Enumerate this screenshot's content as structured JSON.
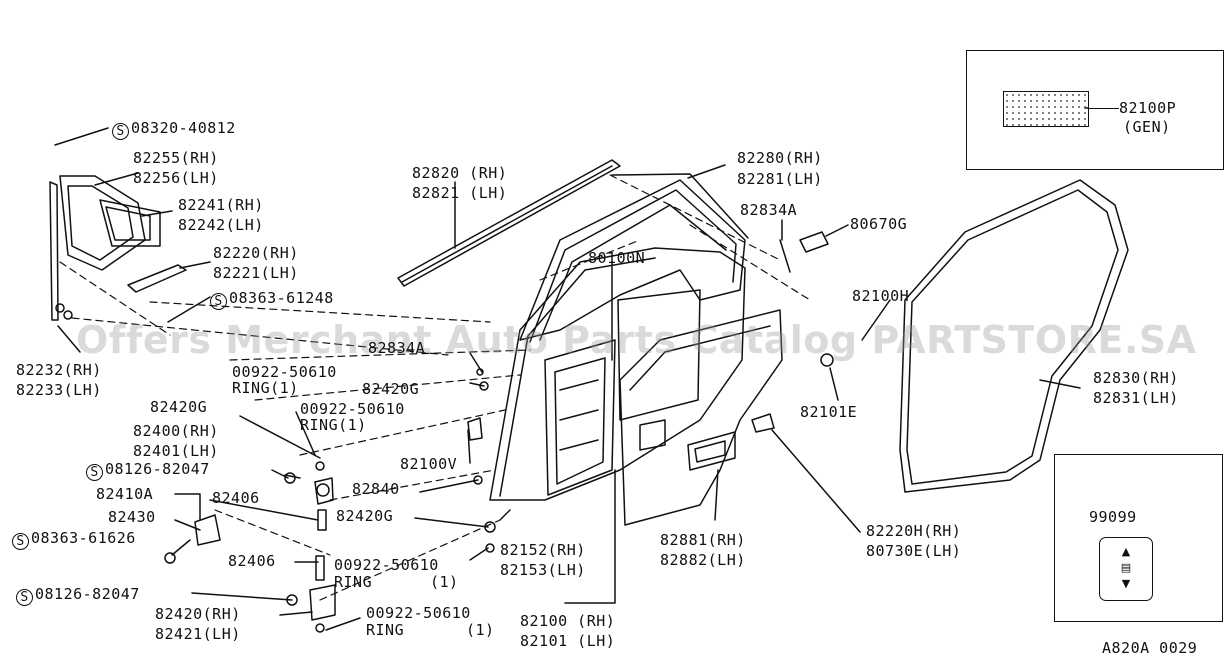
{
  "watermark": "Offers Merchant Auto Parts Catalog PARTSTORE.SA",
  "diagram_code": "A820A 0029",
  "labels": {
    "s08320": "08320-40812",
    "p82255": "82255(RH)",
    "p82256": "82256(LH)",
    "p82241": "82241(RH)",
    "p82242": "82242(LH)",
    "p82220": "82220(RH)",
    "p82221": "82221(LH)",
    "s08363a": "08363-61248",
    "p82232": "82232(RH)",
    "p82233": "82233(LH)",
    "p82834a_l": "82834A",
    "ring1_code": "00922-50610",
    "ring1_txt": "RING(1)",
    "p82420g_a": "82420G",
    "p82420g_b": "82420G",
    "ring2_code": "00922-50610",
    "ring2_txt": "RING(1)",
    "p82400": "82400(RH)",
    "p82401": "82401(LH)",
    "p82100v": "82100V",
    "s08126a": "08126-82047",
    "p82840": "82840",
    "p82410a": "82410A",
    "p82406a": "82406",
    "p82430": "82430",
    "p82420g_c": "82420G",
    "s08363b": "08363-61626",
    "p82406b": "82406",
    "ring3_code": "00922-50610",
    "ring3_txt": "RING",
    "ring3_qty": "(1)",
    "p82152": "82152(RH)",
    "p82153": "82153(LH)",
    "s08126b": "08126-82047",
    "p82420": "82420(RH)",
    "p82421": "82421(LH)",
    "ring4_code": "00922-50610",
    "ring4_txt": "RING",
    "ring4_qty": "(1)",
    "p82100": "82100 (RH)",
    "p82101": "82101 (LH)",
    "p82820": "82820 (RH)",
    "p82821": "82821 (LH)",
    "p80100n": "80100N",
    "p82280": "82280(RH)",
    "p82281": "82281(LH)",
    "p82834a_r": "82834A",
    "p80670g": "80670G",
    "p82100h": "82100H",
    "p82101e": "82101E",
    "p82881": "82881(RH)",
    "p82882": "82882(LH)",
    "p82220h": "82220H(RH)",
    "p80730e": "80730E(LH)",
    "p82830": "82830(RH)",
    "p82831": "82831(LH)",
    "p82100p": "82100P",
    "gen": "(GEN)",
    "p99099": "99099",
    "s_mark": "S"
  }
}
